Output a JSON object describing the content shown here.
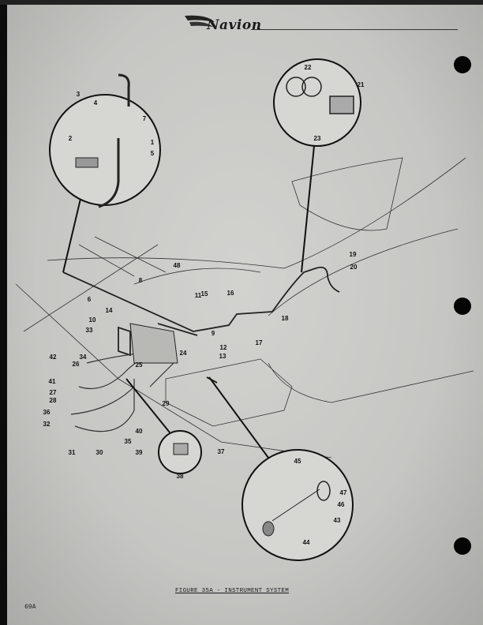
{
  "header": {
    "logo_text": "Navion"
  },
  "figure": {
    "caption": "FIGURE 35A - INSTRUMENT SYSTEM",
    "callouts": [
      "1",
      "2",
      "3",
      "4",
      "5",
      "6",
      "7",
      "8",
      "9",
      "10",
      "11",
      "12",
      "13",
      "14",
      "15",
      "16",
      "17",
      "18",
      "19",
      "20",
      "21",
      "22",
      "23",
      "24",
      "25",
      "26",
      "27",
      "28",
      "29",
      "30",
      "31",
      "32",
      "33",
      "34",
      "35",
      "36",
      "37",
      "38",
      "39",
      "40",
      "41",
      "42",
      "43",
      "44",
      "45",
      "46",
      "47",
      "48"
    ]
  },
  "footer": {
    "page_number": "69A"
  }
}
